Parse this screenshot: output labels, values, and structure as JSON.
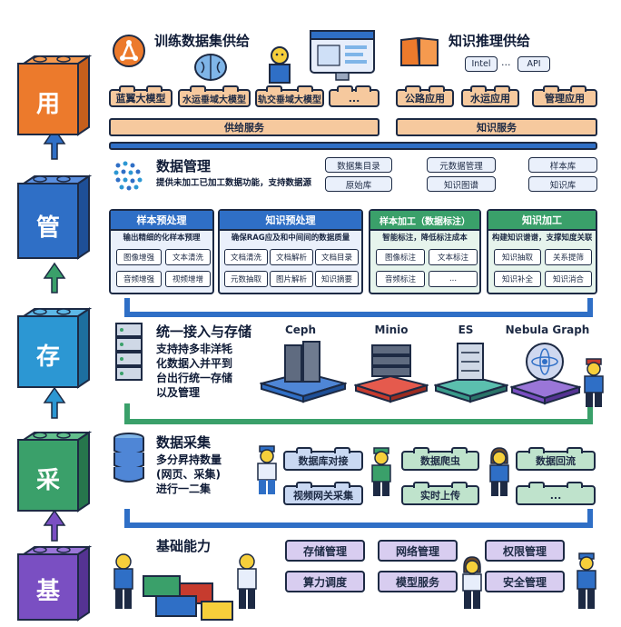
{
  "stack": {
    "yong": "用",
    "guan": "管",
    "cun": "存",
    "cai": "采",
    "ji": "基",
    "colors": {
      "yong": "#ec7a2c",
      "guan": "#2f6fc6",
      "cun": "#2c97d3",
      "cai": "#3aa06a",
      "ji": "#7a4fc2"
    }
  },
  "supply": {
    "training_title": "训练数据集供给",
    "knowledge_title": "知识推理供给",
    "training_items": [
      "蓝翼大模型",
      "水运垂域大模型",
      "轨交垂域大模型",
      "..."
    ],
    "knowledge_items": [
      "公路应用",
      "水运应用",
      "管理应用"
    ],
    "api_labels": [
      "Intel",
      "...",
      "API"
    ],
    "bar_supply": "供给服务",
    "bar_knowledge": "知识服务"
  },
  "management": {
    "title": "数据管理",
    "desc": "提供未加工已加工数据功能，支持数据源",
    "tags": [
      "数据集目录",
      "元数据管理",
      "样本库",
      "原始库",
      "知识图谱",
      "知识库"
    ],
    "panels": [
      {
        "title": "样本预处理",
        "sub": "输出精细的化样本预理",
        "cells": [
          "图像增强",
          "文本清洗",
          "音频增强",
          "视频增增"
        ]
      },
      {
        "title": "知识预处理",
        "sub": "确保RAG应及和中间间的数据质量",
        "cells": [
          "文档清洗",
          "文档解析",
          "文档目录",
          "元数抽取",
          "图片解析",
          "知识摘要"
        ]
      },
      {
        "title": "样本加工（数据标注）",
        "sub": "智能标注，降低标注成本",
        "cells": [
          "图像标注",
          "文本标注",
          "音频标注",
          "..."
        ]
      },
      {
        "title": "知识加工",
        "sub": "构建知识谱谱，支撑知度关联",
        "cells": [
          "知识抽取",
          "关系提筛",
          "知识补全",
          "知识消合"
        ]
      }
    ]
  },
  "storage": {
    "title": "统一接入与存储",
    "desc": [
      "支持持多非洋牦",
      "化数据入并平到",
      "台出行统一存储",
      "以及管理"
    ],
    "systems": [
      "Ceph",
      "Minio",
      "ES",
      "Nebula Graph"
    ]
  },
  "collection": {
    "title": "数据采集",
    "desc": [
      "多分昇持数量",
      "(网页、采集)",
      "进行一二集"
    ],
    "items": [
      "数据库对接",
      "视频网关采集",
      "数据爬虫",
      "实时上传",
      "数据回流",
      "..."
    ]
  },
  "base": {
    "title": "基础能力",
    "items": [
      "存储管理",
      "网络管理",
      "权限管理",
      "算力调度",
      "模型服务",
      "安全管理"
    ]
  }
}
